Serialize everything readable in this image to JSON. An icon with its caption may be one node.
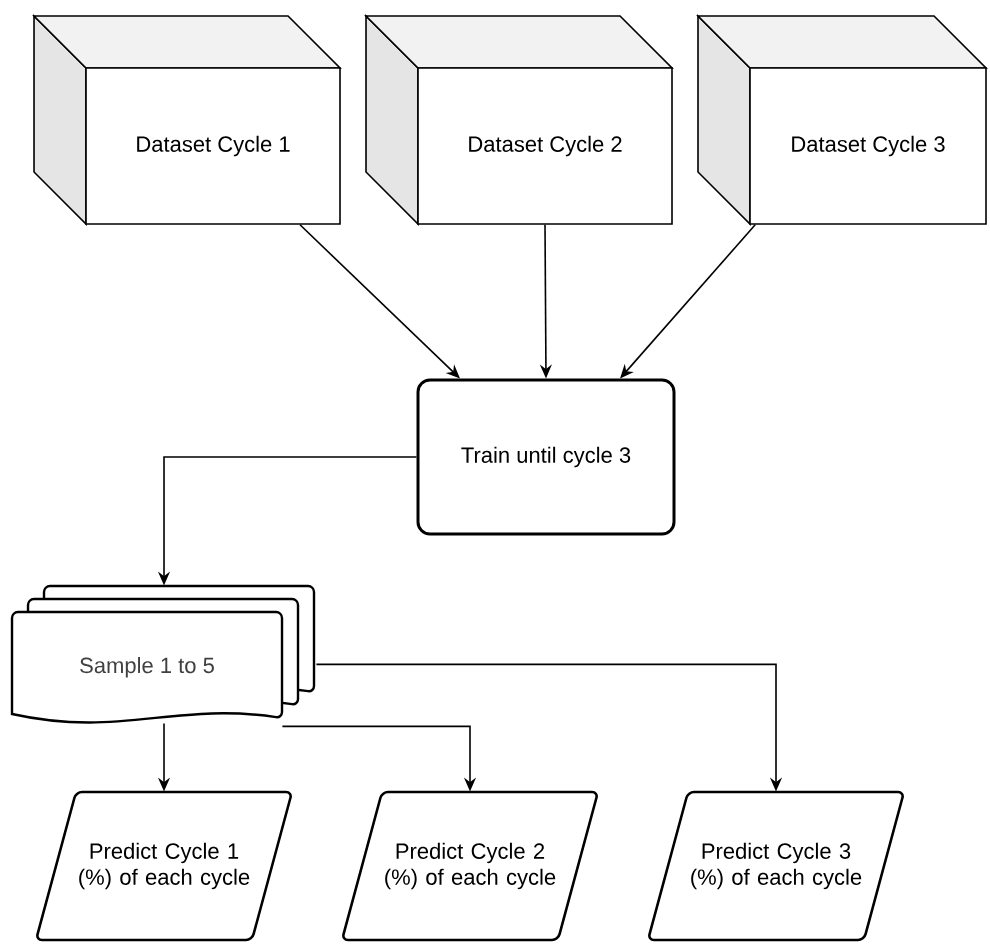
{
  "diagram": {
    "nodes": [
      {
        "text": [
          "Dataset Cycle 1"
        ]
      },
      {
        "text": [
          "Dataset Cycle 2"
        ]
      },
      {
        "text": [
          "Dataset Cycle 3"
        ]
      },
      {
        "text": [
          "Train until cycle 3"
        ]
      },
      {
        "text": [
          "Sample 1 to 5"
        ]
      },
      {
        "text": [
          "Predict Cycle 1 (%) of each cycle"
        ]
      },
      {
        "text": [
          "Predict Cycle 2 (%) of each cycle"
        ]
      },
      {
        "text": [
          "Predict Cycle 3 (%) of each cycle"
        ]
      }
    ],
    "edges": [
      {
        "from": 0,
        "to": 3,
        "arrow": "to"
      },
      {
        "from": 1,
        "to": 3,
        "arrow": "to"
      },
      {
        "from": 2,
        "to": 3,
        "arrow": "to"
      },
      {
        "from": 3,
        "to": 4,
        "arrow": "to"
      },
      {
        "from": 4,
        "to": 5,
        "arrow": "to"
      },
      {
        "from": 4,
        "to": 6,
        "arrow": "to"
      },
      {
        "from": 4,
        "to": 7,
        "arrow": "to"
      }
    ]
  }
}
